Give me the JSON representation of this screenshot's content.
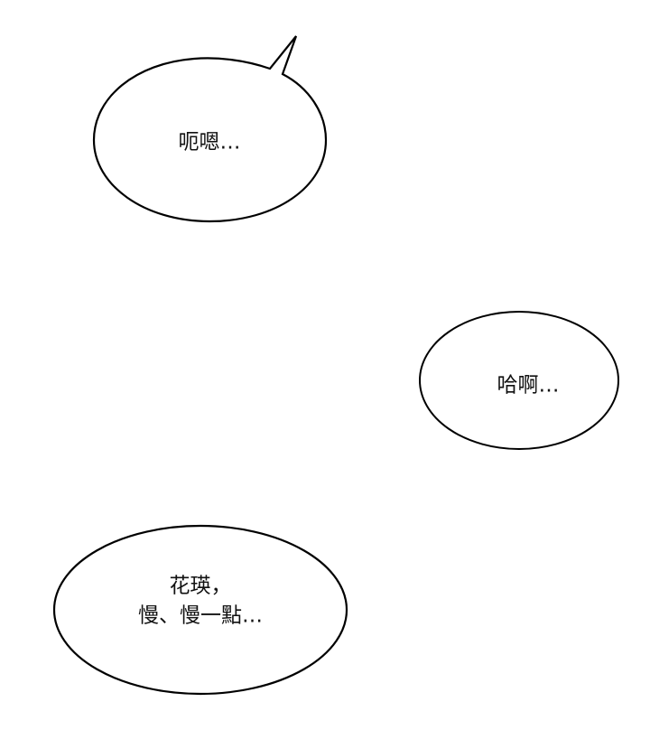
{
  "panel": {
    "background": "#ffffff",
    "stroke_color": "#000000"
  },
  "bubbles": [
    {
      "id": "bubble-1",
      "shape": "ellipse-with-tail",
      "lines": [
        "呃嗯…"
      ]
    },
    {
      "id": "bubble-2",
      "shape": "ellipse",
      "lines": [
        "哈啊…"
      ]
    },
    {
      "id": "bubble-3",
      "shape": "ellipse",
      "lines": [
        "花瑛，",
        "慢、慢一點…"
      ]
    }
  ]
}
